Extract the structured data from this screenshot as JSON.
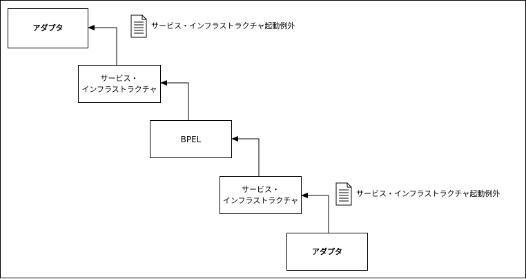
{
  "diagram": {
    "boxes": {
      "adapter_top": {
        "label": "アダプタ"
      },
      "service_infra_top": {
        "label_line1": "サービス・",
        "label_line2": "インフラストラクチャ"
      },
      "bpel": {
        "label": "BPEL"
      },
      "service_infra_bottom": {
        "label_line1": "サービス・",
        "label_line2": "インフラストラクチャ"
      },
      "adapter_bottom": {
        "label": "アダプタ"
      }
    },
    "notes": {
      "top": {
        "text": "サービス・インフラストラクチャ起動例外",
        "icon": "document-icon"
      },
      "bottom": {
        "text": "サービス・インフラストラクチャ起動例外",
        "icon": "document-icon"
      }
    },
    "colors": {
      "stroke": "#000000",
      "background": "#ffffff"
    }
  }
}
